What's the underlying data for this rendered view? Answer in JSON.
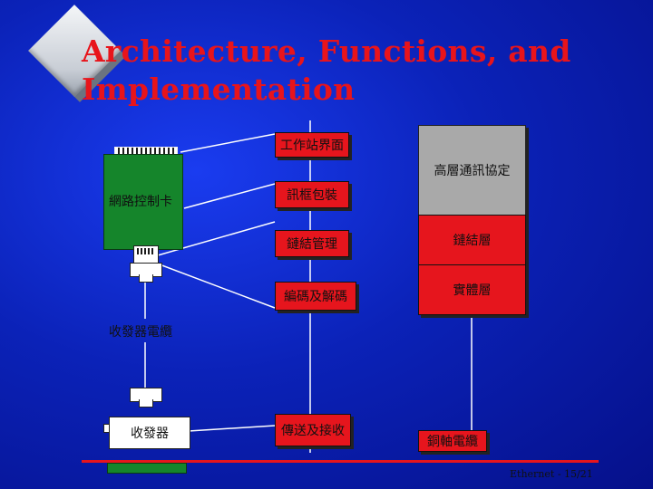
{
  "slide": {
    "title_line1": "Architecture, Functions, and",
    "title_line2": "Implementation",
    "title_color": "#e8141b",
    "background_color": "#0b22b8"
  },
  "left": {
    "nic_label": "網路控制卡",
    "cable_label": "收發器電纜",
    "transceiver_label": "收發器"
  },
  "functions": {
    "workstation_interface": "工作站界面",
    "frame_encapsulation": "訊框包裝",
    "link_management": "鏈結管理",
    "encoding_decoding": "編碼及解碼",
    "transmit_receive": "傳送及接收"
  },
  "layers": {
    "upper_protocols": "高層通訊協定",
    "link_layer": "鏈結層",
    "physical_layer": "實體層",
    "coax_cable": "銅軸電纜"
  },
  "footer": {
    "source": "Ethernet -",
    "page": "15/21"
  }
}
